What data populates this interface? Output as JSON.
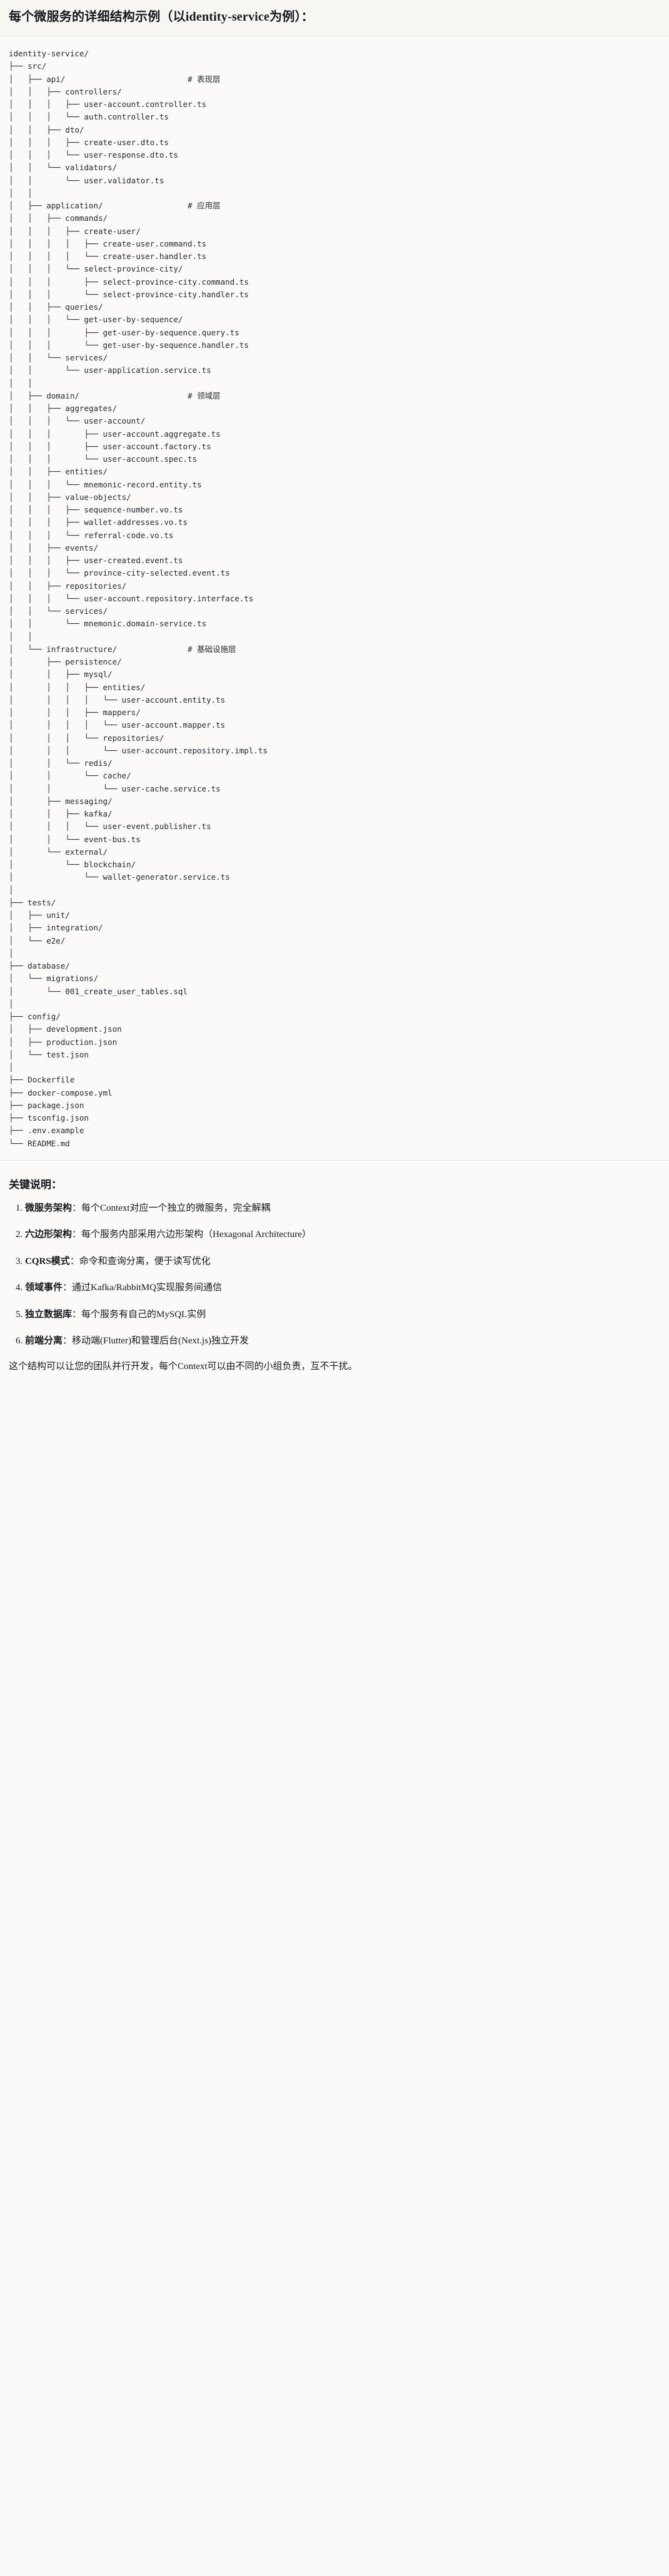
{
  "document": {
    "title": "每个微服务的详细结构示例（以identity-service为例）："
  },
  "tree": {
    "root": "identity-service/",
    "text": "identity-service/\n├── src/\n│   ├── api/                          # 表现层\n│   │   ├── controllers/\n│   │   │   ├── user-account.controller.ts\n│   │   │   └── auth.controller.ts\n│   │   ├── dto/\n│   │   │   ├── create-user.dto.ts\n│   │   │   └── user-response.dto.ts\n│   │   └── validators/\n│   │       └── user.validator.ts\n│   │\n│   ├── application/                  # 应用层\n│   │   ├── commands/\n│   │   │   ├── create-user/\n│   │   │   │   ├── create-user.command.ts\n│   │   │   │   └── create-user.handler.ts\n│   │   │   └── select-province-city/\n│   │   │       ├── select-province-city.command.ts\n│   │   │       └── select-province-city.handler.ts\n│   │   ├── queries/\n│   │   │   └── get-user-by-sequence/\n│   │   │       ├── get-user-by-sequence.query.ts\n│   │   │       └── get-user-by-sequence.handler.ts\n│   │   └── services/\n│   │       └── user-application.service.ts\n│   │\n│   ├── domain/                       # 领域层\n│   │   ├── aggregates/\n│   │   │   └── user-account/\n│   │   │       ├── user-account.aggregate.ts\n│   │   │       ├── user-account.factory.ts\n│   │   │       └── user-account.spec.ts\n│   │   ├── entities/\n│   │   │   └── mnemonic-record.entity.ts\n│   │   ├── value-objects/\n│   │   │   ├── sequence-number.vo.ts\n│   │   │   ├── wallet-addresses.vo.ts\n│   │   │   └── referral-code.vo.ts\n│   │   ├── events/\n│   │   │   ├── user-created.event.ts\n│   │   │   └── province-city-selected.event.ts\n│   │   ├── repositories/\n│   │   │   └── user-account.repository.interface.ts\n│   │   └── services/\n│   │       └── mnemonic.domain-service.ts\n│   │\n│   └── infrastructure/               # 基础设施层\n│       ├── persistence/\n│       │   ├── mysql/\n│       │   │   ├── entities/\n│       │   │   │   └── user-account.entity.ts\n│       │   │   ├── mappers/\n│       │   │   │   └── user-account.mapper.ts\n│       │   │   └── repositories/\n│       │   │       └── user-account.repository.impl.ts\n│       │   └── redis/\n│       │       └── cache/\n│       │           └── user-cache.service.ts\n│       ├── messaging/\n│       │   ├── kafka/\n│       │   │   └── user-event.publisher.ts\n│       │   └── event-bus.ts\n│       └── external/\n│           └── blockchain/\n│               └── wallet-generator.service.ts\n│\n├── tests/\n│   ├── unit/\n│   ├── integration/\n│   └── e2e/\n│\n├── database/\n│   └── migrations/\n│       └── 001_create_user_tables.sql\n│\n├── config/\n│   ├── development.json\n│   ├── production.json\n│   └── test.json\n│\n├── Dockerfile\n├── docker-compose.yml\n├── package.json\n├── tsconfig.json\n├── .env.example\n└── README.md",
    "layer_comments": [
      {
        "path": "api/",
        "comment": "# 表现层"
      },
      {
        "path": "application/",
        "comment": "# 应用层"
      },
      {
        "path": "domain/",
        "comment": "# 领域层"
      },
      {
        "path": "infrastructure/",
        "comment": "# 基础设施层"
      }
    ]
  },
  "notes": {
    "title": "关键说明：",
    "items": [
      {
        "term": "微服务架构",
        "desc": "：每个Context对应一个独立的微服务，完全解耦"
      },
      {
        "term": "六边形架构",
        "desc": "：每个服务内部采用六边形架构（Hexagonal Architecture）"
      },
      {
        "term": "CQRS模式",
        "desc": "：命令和查询分离，便于读写优化"
      },
      {
        "term": "领域事件",
        "desc": "：通过Kafka/RabbitMQ实现服务间通信"
      },
      {
        "term": "独立数据库",
        "desc": "：每个服务有自己的MySQL实例"
      },
      {
        "term": "前端分离",
        "desc": "：移动端(Flutter)和管理后台(Next.js)独立开发"
      }
    ],
    "closing": "这个结构可以让您的团队并行开发，每个Context可以由不同的小组负责，互不干扰。"
  },
  "colors": {
    "page_bg": "#fbfaf8",
    "heading_bg": "#f7f6f2",
    "text": "#16181d",
    "code_text": "#24292f",
    "rule": "#e3e1dc"
  }
}
